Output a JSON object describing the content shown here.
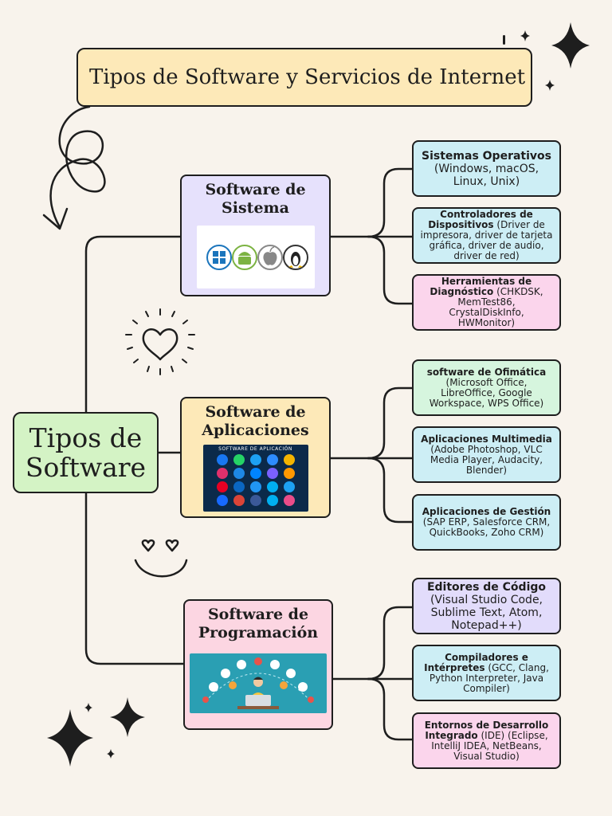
{
  "title": "Tipos de Software y Servicios de Internet",
  "root": {
    "line1": "Tipos de",
    "line2": "Software"
  },
  "categories": [
    {
      "title_line1": "Software de",
      "title_line2": "Sistema",
      "color": "#e6e1fc",
      "image": "os-logos-image"
    },
    {
      "title_line1": "Software de",
      "title_line2": "Aplicaciones",
      "color": "#fde9b8",
      "image": "app-icons-image",
      "image_caption": "SOFTWARE DE APLICACIÓN"
    },
    {
      "title_line1": "Software de",
      "title_line2": "Programación",
      "color": "#fcd6e2",
      "image": "programmer-image"
    }
  ],
  "leaves": [
    {
      "label": "Sistemas Operativos",
      "text": "(Windows, macOS, Linux, Unix)",
      "color": "#cdeef5"
    },
    {
      "label": "Controladores de Dispositivos",
      "text": "(Driver de impresora, driver de tarjeta gráfica, driver de audio, driver de red)",
      "color": "#cdeef5"
    },
    {
      "label": "Herramientas de Diagnóstico",
      "text": "(CHKDSK, MemTest86, CrystalDiskInfo, HWMonitor)",
      "color": "#fbd5ec"
    },
    {
      "label": "software de Ofimática",
      "text": "(Microsoft Office, LibreOffice, Google Workspace, WPS Office)",
      "color": "#d6f5de"
    },
    {
      "label": "Aplicaciones Multimedia",
      "text": "(Adobe Photoshop, VLC Media Player, Audacity, Blender)",
      "color": "#cdeef5"
    },
    {
      "label": "Aplicaciones de Gestión",
      "text": "(SAP ERP, Salesforce CRM, QuickBooks, Zoho CRM)",
      "color": "#cdeef5"
    },
    {
      "label": "Editores de Código",
      "text": "(Visual Studio Code, Sublime Text, Atom, Notepad++)",
      "color": "#e2dcfb"
    },
    {
      "label": "Compiladores e Intérpretes",
      "text": "(GCC, Clang, Python Interpreter, Java Compiler)",
      "color": "#cdeef5"
    },
    {
      "label": "Entornos de Desarrollo Integrado",
      "text": "(IDE) (Eclipse, IntelliJ IDEA, NetBeans, Visual Studio)",
      "color": "#fbd5ec"
    }
  ],
  "decorations": [
    "sparkle-icon",
    "curly-arrow-icon",
    "heart-icon",
    "smiley-icon"
  ]
}
